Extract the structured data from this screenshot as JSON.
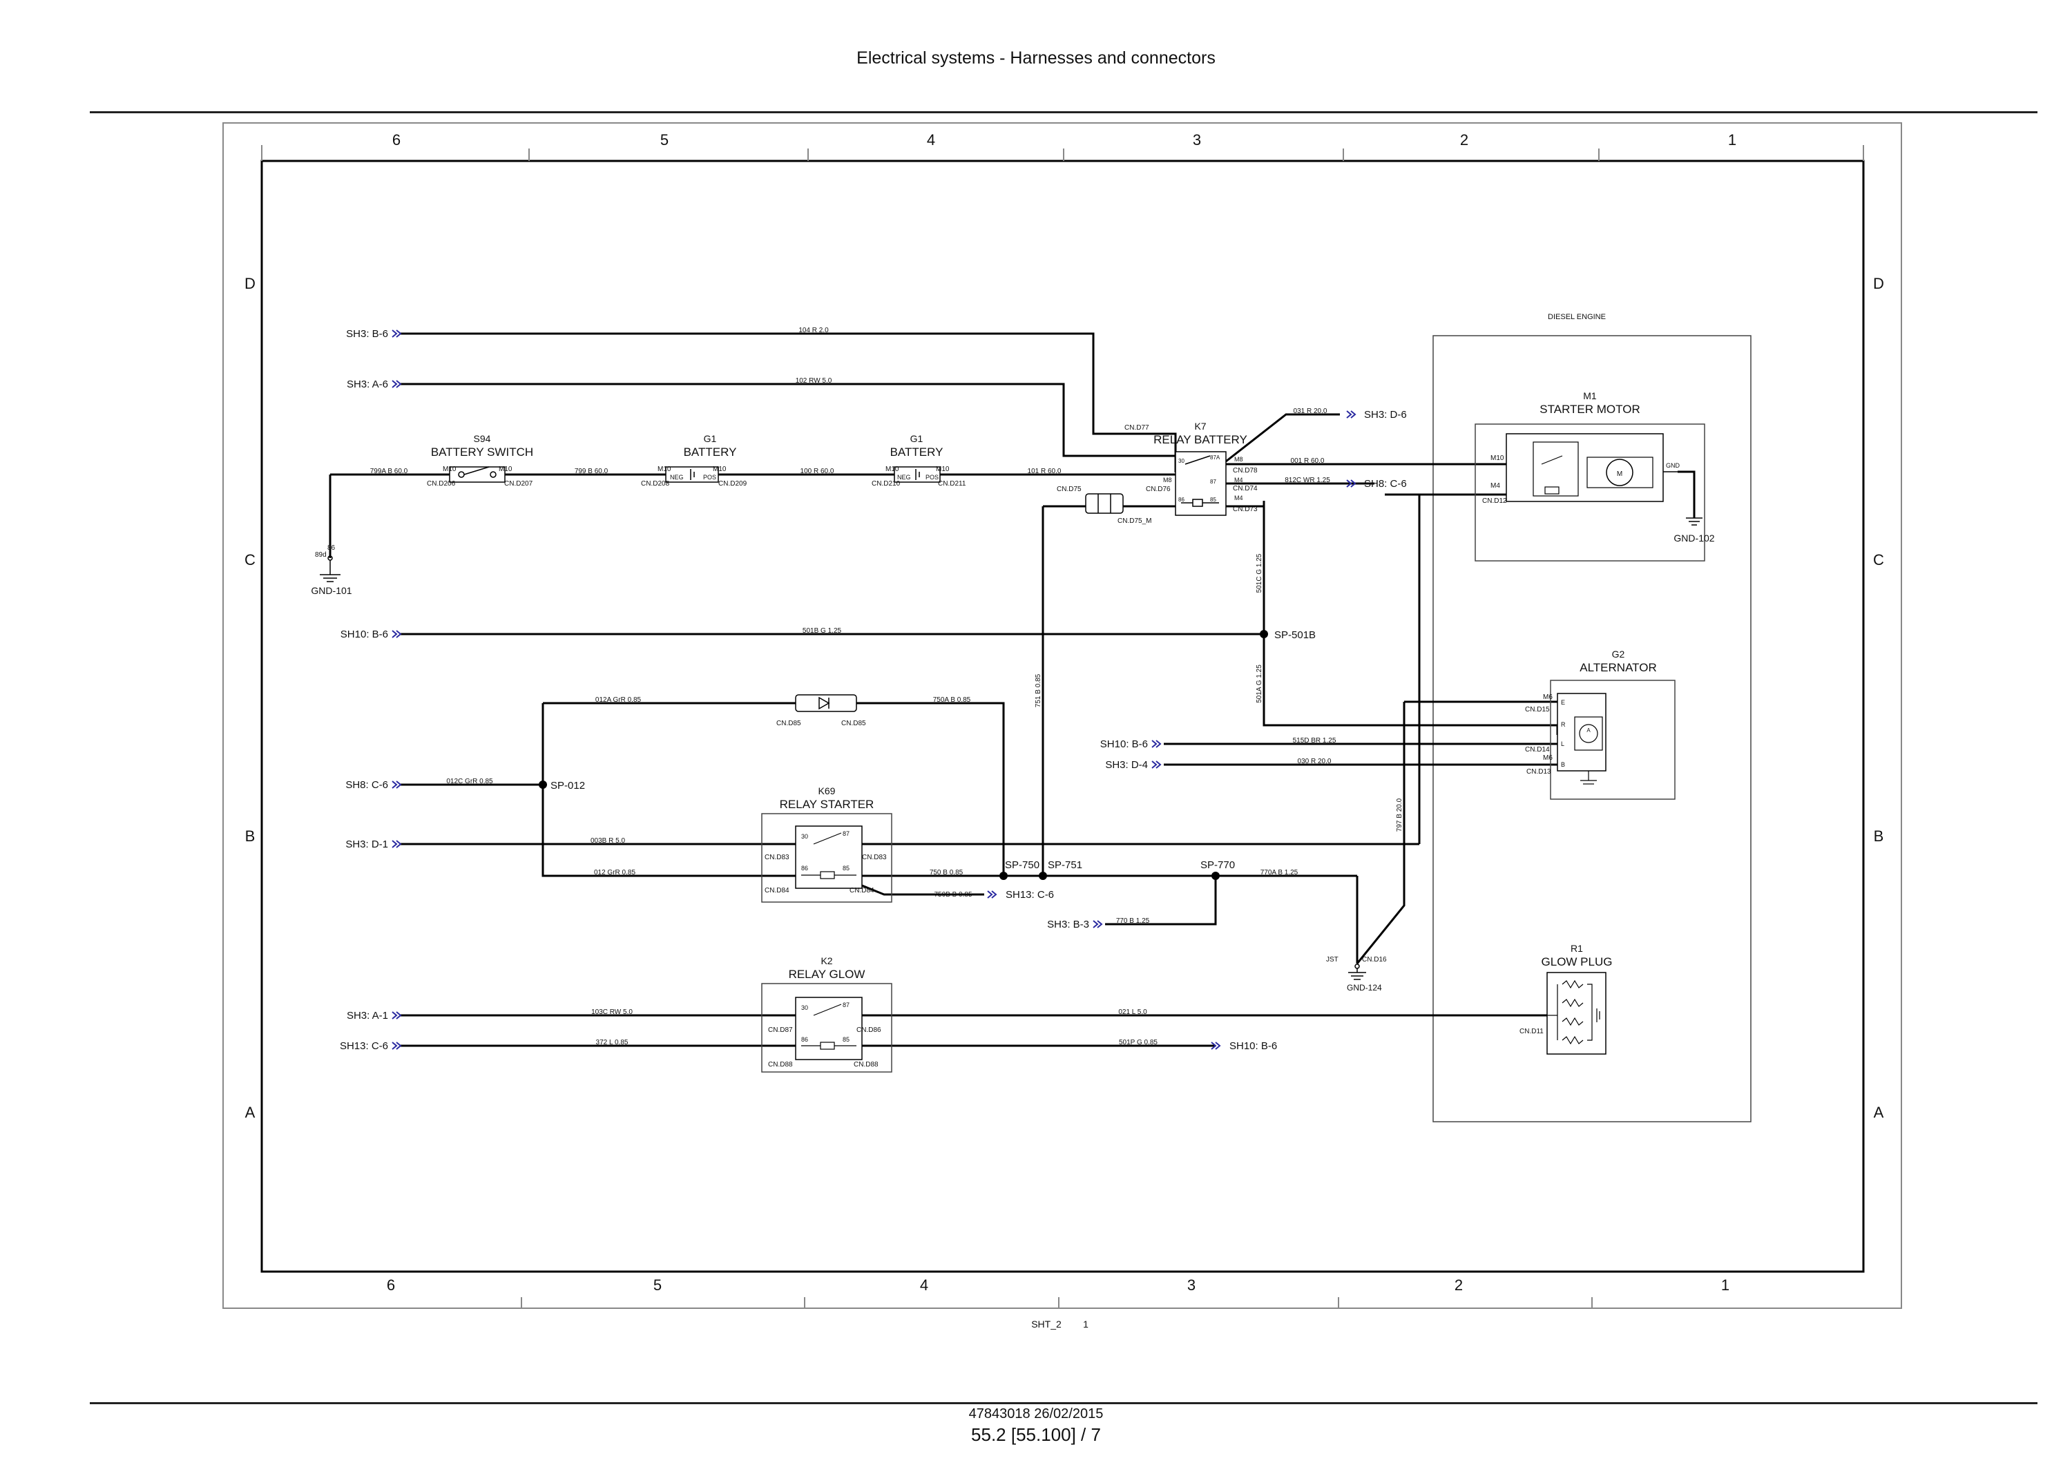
{
  "header": {
    "title": "Electrical systems - Harnesses and connectors"
  },
  "footer": {
    "doc": "47843018 26/02/2015",
    "page": "55.2 [55.100] / 7",
    "sheet": "SHT_2",
    "sheet_no": "1"
  },
  "grid": {
    "cols": [
      "6",
      "5",
      "4",
      "3",
      "2",
      "1"
    ],
    "rows": [
      "D",
      "C",
      "B",
      "A"
    ]
  },
  "groups": {
    "engine": "DIESEL ENGINE"
  },
  "components": {
    "s94_id": "S94",
    "s94_name": "BATTERY SWITCH",
    "g1a_id": "G1",
    "g1a_name": "BATTERY",
    "g1b_id": "G1",
    "g1b_name": "BATTERY",
    "k7_id": "K7",
    "k7_name": "RELAY BATTERY",
    "m1_id": "M1",
    "m1_name": "STARTER MOTOR",
    "g2_id": "G2",
    "g2_name": "ALTERNATOR",
    "k69_id": "K69",
    "k69_name": "RELAY STARTER",
    "k2_id": "K2",
    "k2_name": "RELAY GLOW",
    "r1_id": "R1",
    "r1_name": "GLOW PLUG",
    "gnd101": "GND-101",
    "gnd102": "GND-102",
    "gnd124": "GND-124"
  },
  "refs": {
    "sh3_b6": "SH3: B-6",
    "sh3_a6": "SH3: A-6",
    "sh10_b6a": "SH10: B-6",
    "sh8_c6a": "SH8: C-6",
    "sh3_d1": "SH3: D-1",
    "sh3_a1": "SH3: A-1",
    "sh13_c6a": "SH13: C-6",
    "sh3_d6": "SH3: D-6",
    "sh8_c6b": "SH8: C-6",
    "sh10_b6b": "SH10: B-6",
    "sh3_d4": "SH3: D-4",
    "sh13_c6b": "SH13: C-6",
    "sh3_b3": "SH3: B-3",
    "sh10_b6c": "SH10: B-6"
  },
  "splices": {
    "sp501b": "SP-501B",
    "sp012": "SP-012",
    "sp750": "SP-750",
    "sp751": "SP-751",
    "sp770": "SP-770"
  },
  "wires": {
    "w104": "104 R 2.0",
    "w102": "102 RW 5.0",
    "w799a": "799A B 60.0",
    "w799": "799 B 60.0",
    "w100": "100 R 60.0",
    "w101": "101 R 60.0",
    "w031": "031 R 20.0",
    "w001": "001 R 60.0",
    "w812c": "812C WR 1.25",
    "w501b": "501B G 1.25",
    "w501c": "501C G 1.25",
    "w501a": "501A G 1.25",
    "w012a": "012A GrR 0.85",
    "w750a": "750A B 0.85",
    "w012c": "012C GrR 0.85",
    "w751": "751 B 0.85",
    "w515d": "515D BR 1.25",
    "w030": "030 R 20.0",
    "w003b": "003B R 5.0",
    "w012": "012 GrR 0.85",
    "w750": "750 B 0.85",
    "w750b": "750B B 0.85",
    "w770a": "770A B 1.25",
    "w770": "770 B 1.25",
    "w797": "797 B 20.0",
    "w103c": "103C RW 5.0",
    "w021": "021 L 5.0",
    "w372": "372 L 0.85",
    "w501p": "501P G 0.85"
  },
  "connectors": {
    "d206": "CN.D206",
    "d207": "CN.D207",
    "d208": "CN.D208",
    "d209": "CN.D209",
    "d210": "CN.D210",
    "d211": "CN.D211",
    "d77": "CN.D77",
    "d76": "CN.D76",
    "d78": "CN.D78",
    "d74": "CN.D74",
    "d73": "CN.D73",
    "d75": "CN.D75",
    "d75m": "CN.D75_M",
    "d15": "CN.D15",
    "d14": "CN.D14",
    "d13": "CN.D13",
    "d12": "CN.D12",
    "d16": "CN.D16",
    "d85a": "CN.D85",
    "d85b": "CN.D85",
    "d83a": "CN.D83",
    "d83b": "CN.D83",
    "d84a": "CN.D84",
    "d84b": "CN.D84",
    "d87": "CN.D87",
    "d86": "CN.D86",
    "d88a": "CN.D88",
    "d88b": "CN.D88",
    "d11": "CN.D11"
  },
  "pins": {
    "m10a": "M10",
    "m10b": "M10",
    "m10c": "M10",
    "m10d": "M10",
    "m10e": "M10",
    "m10f": "M10",
    "neg1": "NEG",
    "pos1": "POS",
    "neg2": "NEG",
    "pos2": "POS",
    "k7_m8a": "M8",
    "k7_m8b": "M8",
    "k7_m4a": "M4",
    "k7_m4b": "M4",
    "k7_87a": "87A",
    "k7_87": "87",
    "k7_86": "86",
    "k7_85": "85",
    "k7_30": "30",
    "m1_m10": "M10",
    "m1_m4": "M4",
    "m1_gnd": "GND",
    "g2_m6a": "M6",
    "g2_m6b": "M6",
    "g2_e": "E",
    "g2_r": "R",
    "g2_l": "L",
    "g2_b": "B",
    "g2_a": "A",
    "b86": "86",
    "b89d": "89d",
    "jst": "JST",
    "k69_30": "30",
    "k69_87": "87",
    "k69_86": "86",
    "k69_85": "85",
    "k2_30": "30",
    "k2_87": "87",
    "k2_86": "86",
    "k2_85": "85",
    "m": "M"
  }
}
